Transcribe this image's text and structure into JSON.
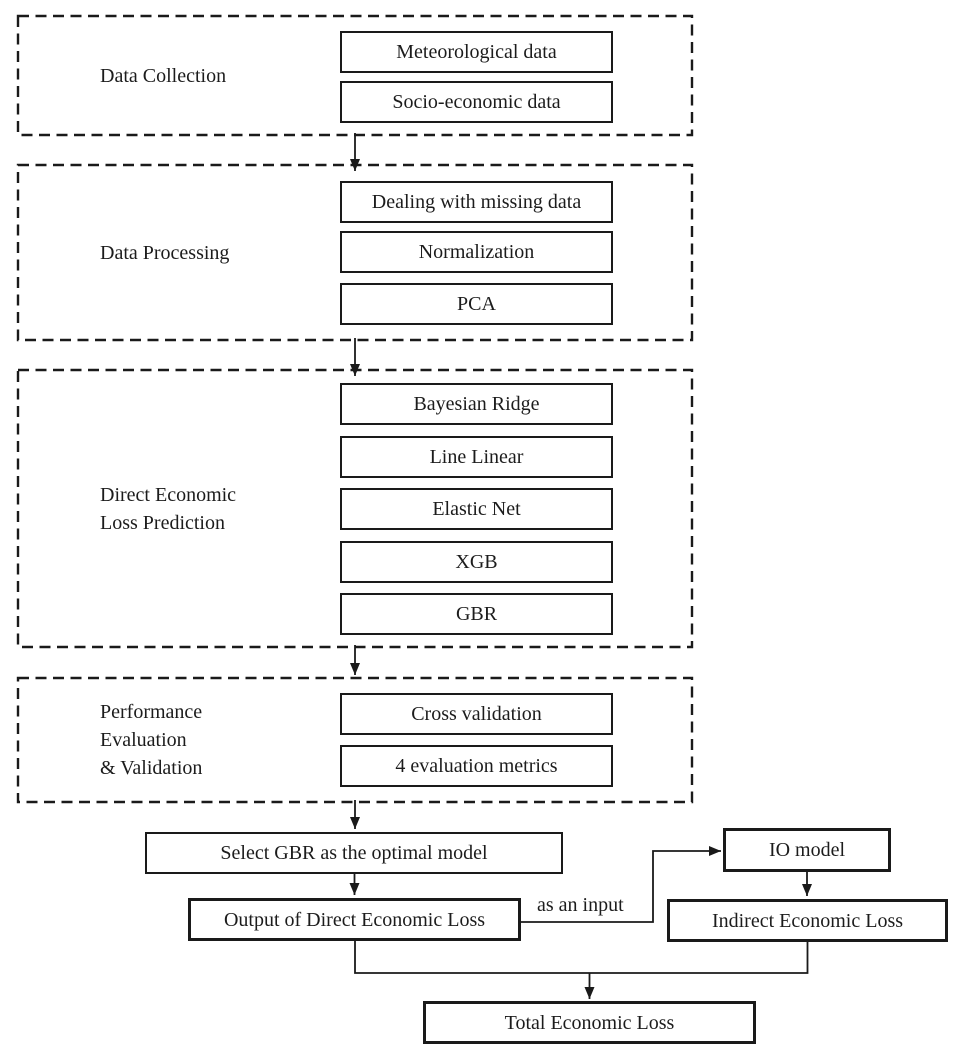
{
  "figure": {
    "background": "#ffffff",
    "line_color": "#1a1a1a",
    "text_color": "#1c1c1c"
  },
  "sections": [
    {
      "label_lines": [
        "Data Collection"
      ],
      "boxes": [
        "Meteorological data",
        "Socio-economic data"
      ]
    },
    {
      "label_lines": [
        "Data Processing"
      ],
      "boxes": [
        "Dealing with missing data",
        "Normalization",
        "PCA"
      ]
    },
    {
      "label_lines": [
        "Direct Economic",
        "Loss Prediction"
      ],
      "boxes": [
        "Bayesian Ridge",
        "Line Linear",
        "Elastic Net",
        "XGB",
        "GBR"
      ]
    },
    {
      "label_lines": [
        "Performance",
        "Evaluation",
        "& Validation"
      ],
      "boxes": [
        "Cross validation",
        "4 evaluation metrics"
      ]
    }
  ],
  "flow": {
    "select_model": "Select GBR as the optimal model",
    "output_direct": "Output of Direct Economic Loss",
    "io_model": "IO model",
    "indirect_loss": "Indirect Economic Loss",
    "total_loss": "Total Economic Loss",
    "edge_label": "as an input"
  }
}
